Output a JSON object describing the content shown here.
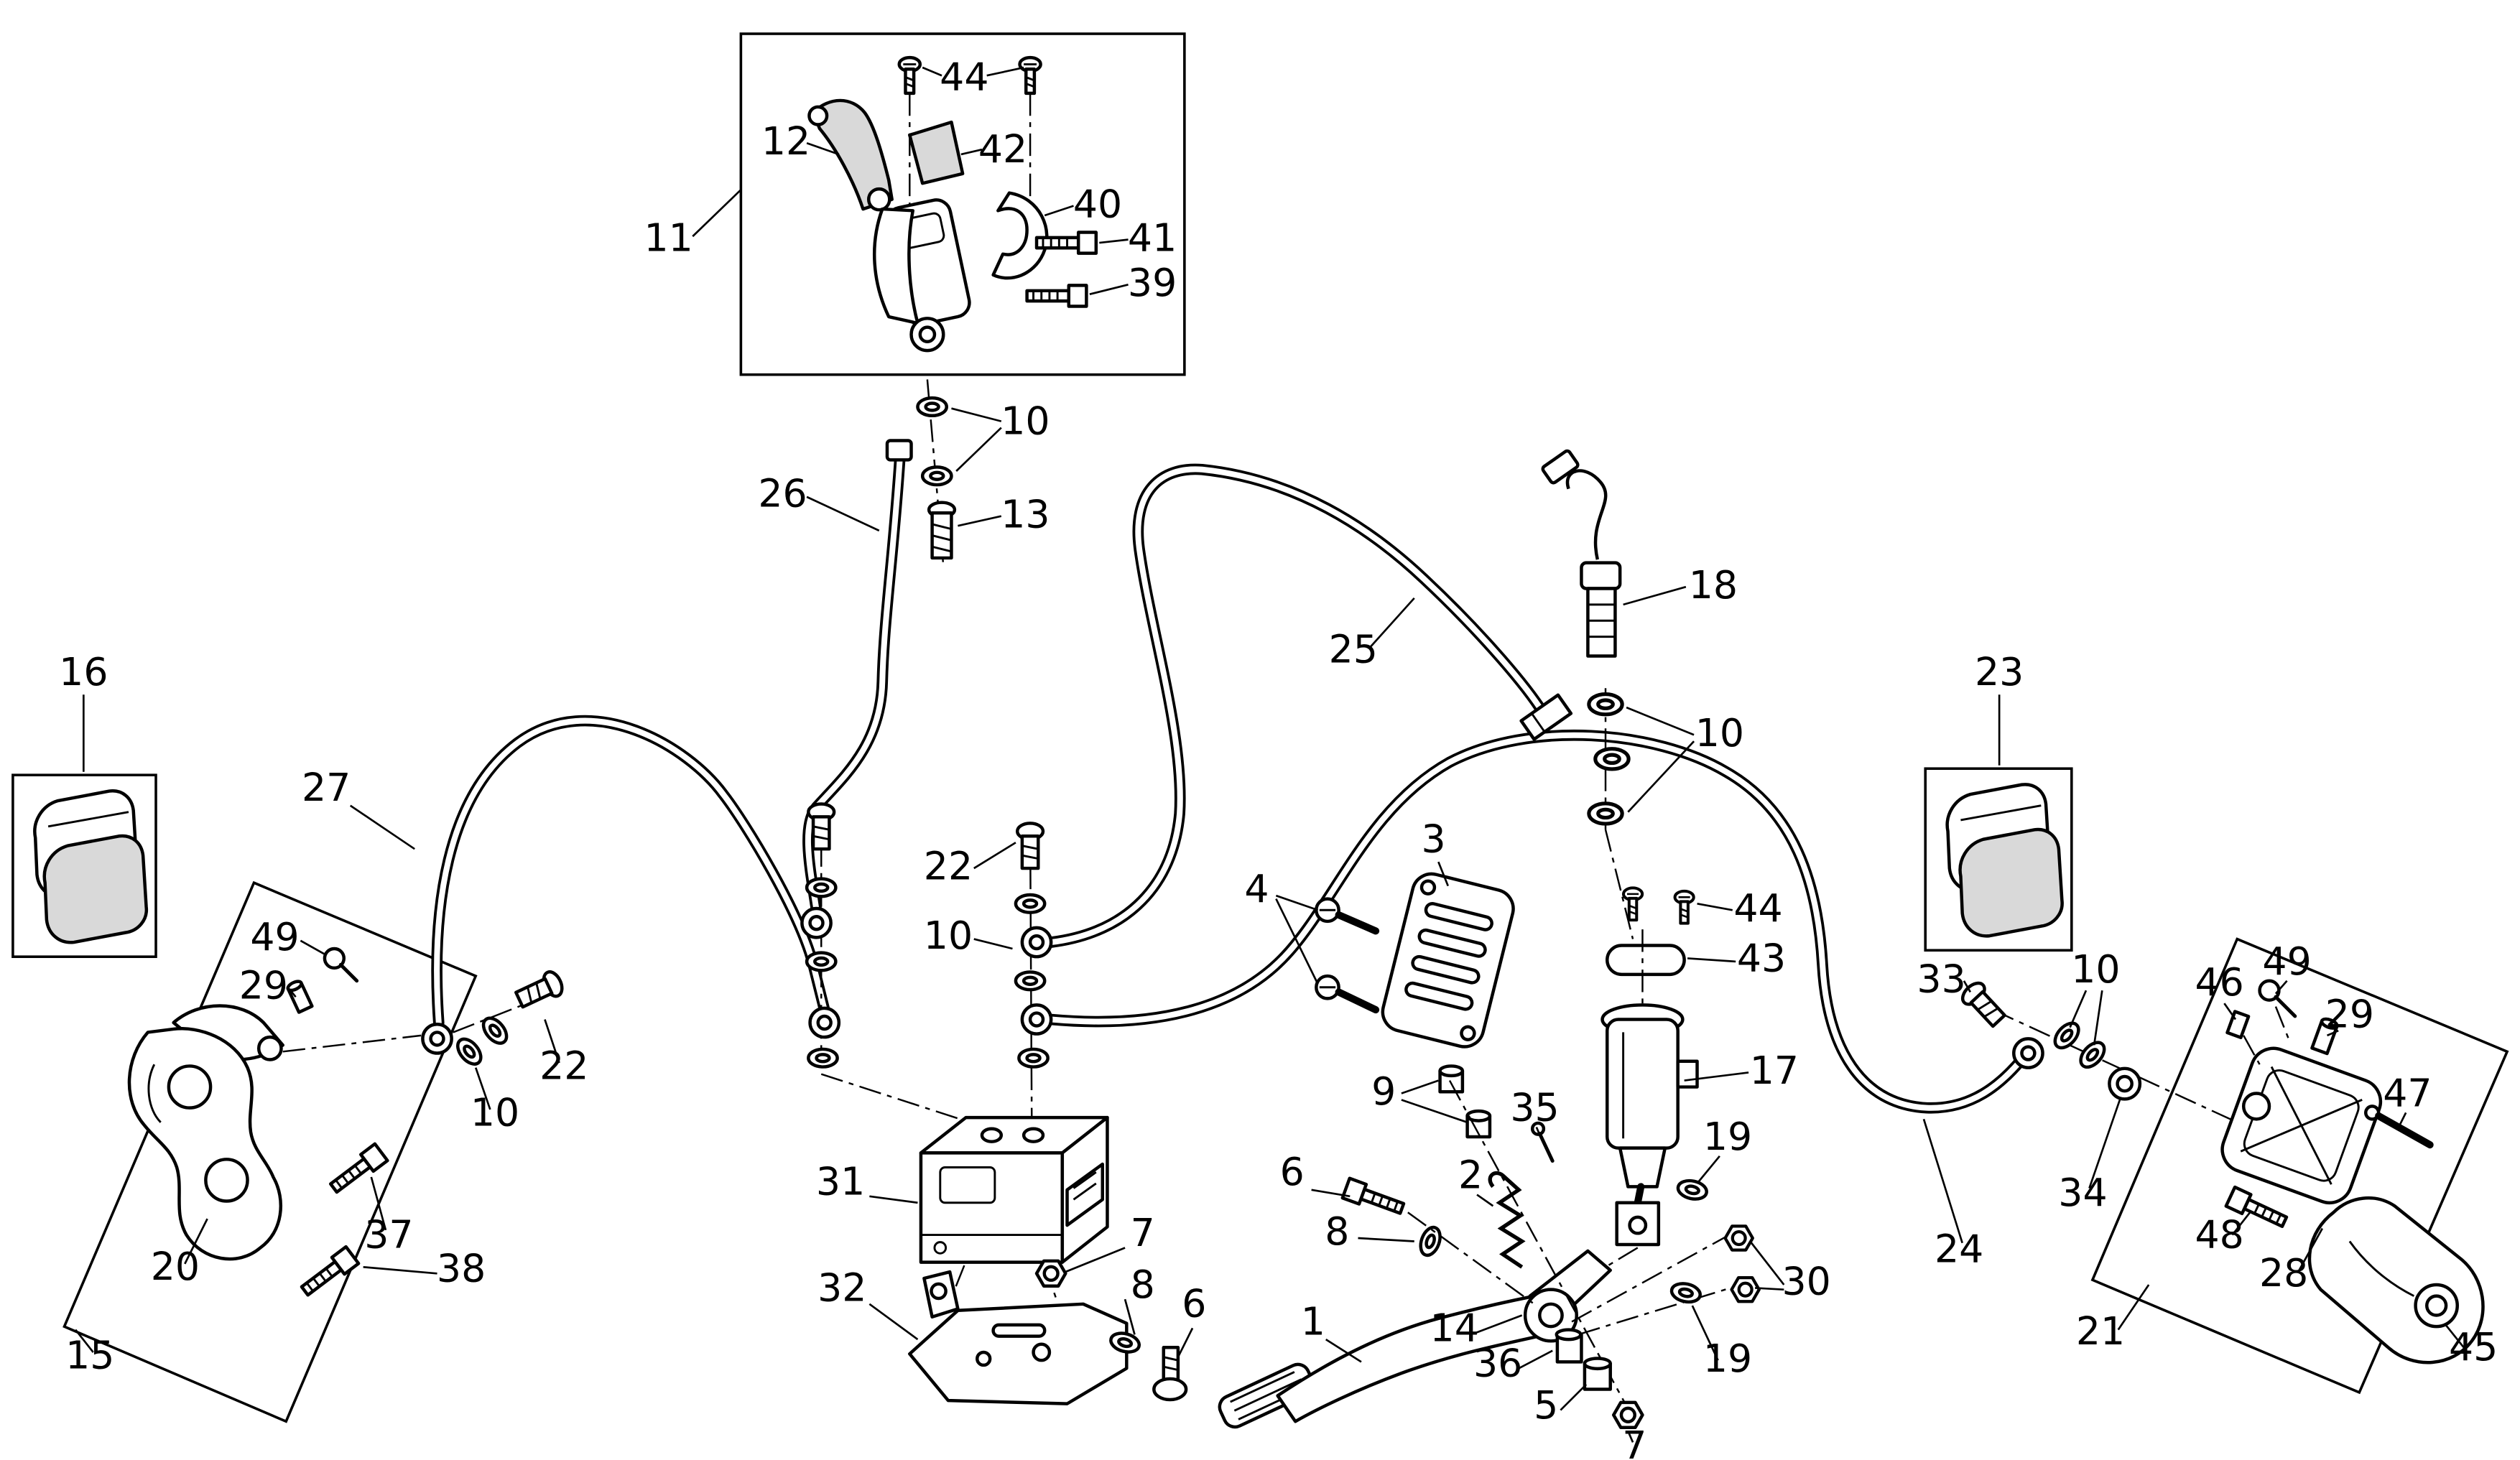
{
  "diagram": {
    "title": "Brake system exploded parts diagram",
    "background_color": "#ffffff",
    "line_color": "#000000",
    "callouts": {
      "n44a": "44",
      "n12": "12",
      "n42": "42",
      "n40": "40",
      "n41": "41",
      "n39": "39",
      "n11": "11",
      "n10a": "10",
      "n26": "26",
      "n13": "13",
      "n25": "25",
      "n18": "18",
      "n10b": "10",
      "n16": "16",
      "n23": "23",
      "n27": "27",
      "n22a": "22",
      "n10c": "10",
      "n3": "3",
      "n4": "4",
      "n44b": "44",
      "n43": "43",
      "n49a": "49",
      "n29a": "29",
      "n33": "33",
      "n10d": "10",
      "n46": "46",
      "n49b": "49",
      "n29b": "29",
      "n17": "17",
      "n47": "47",
      "n22b": "22",
      "n10e": "10",
      "n9": "9",
      "n35": "35",
      "n19a": "19",
      "n34": "34",
      "n24": "24",
      "n2": "2",
      "n6a": "6",
      "n8a": "8",
      "n31": "31",
      "n20": "20",
      "n37": "37",
      "n38": "38",
      "n15": "15",
      "n30": "30",
      "n19b": "19",
      "n48": "48",
      "n28": "28",
      "n21": "21",
      "n45": "45",
      "n7a": "7",
      "n8b": "8",
      "n32": "32",
      "n6b": "6",
      "n1": "1",
      "n14": "14",
      "n36": "36",
      "n5": "5",
      "n7b": "7"
    }
  }
}
